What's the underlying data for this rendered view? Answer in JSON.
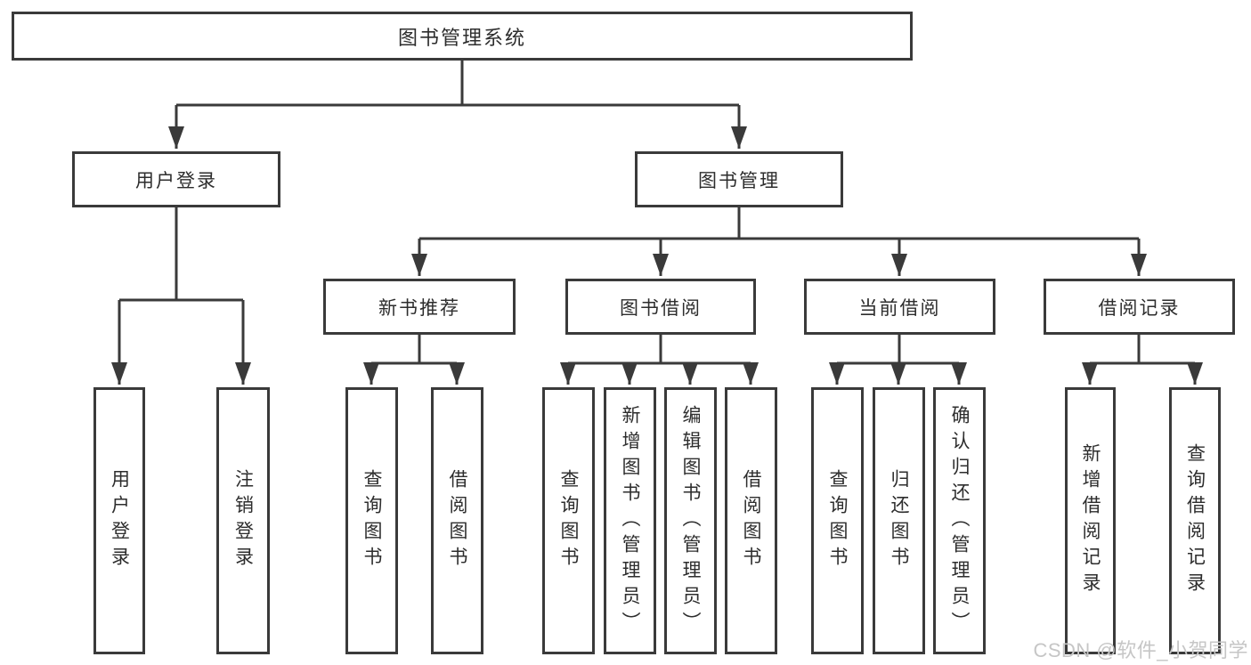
{
  "colors": {
    "line": "#3a3a3a",
    "text": "#2d2d2d",
    "box_fill": "#ffffff",
    "background": "#ffffff",
    "watermark": "#c6c6c6"
  },
  "diagram": {
    "title": "图书管理系统",
    "nodes": {
      "root": "图书管理系统",
      "user_login": "用户登录",
      "book_mgmt": "图书管理",
      "new_book_rec": "新书推荐",
      "book_borrow": "图书借阅",
      "current_borrow": "当前借阅",
      "borrow_records": "借阅记录",
      "leaf_user_login": "用户登录",
      "leaf_logout": "注销登录",
      "leaf_rec_query": "查询图书",
      "leaf_rec_borrow": "借阅图书",
      "leaf_bb_query": "查询图书",
      "leaf_bb_add": "新增图书（管理员）",
      "leaf_bb_edit": "编辑图书（管理员）",
      "leaf_bb_borrow": "借阅图书",
      "leaf_cb_query": "查询图书",
      "leaf_cb_return": "归还图书",
      "leaf_cb_confirm": "确认归还（管理员）",
      "leaf_br_add": "新增借阅记录",
      "leaf_br_query": "查询借阅记录"
    }
  },
  "watermark": {
    "text": "CSDN @软件_小贺同学"
  }
}
